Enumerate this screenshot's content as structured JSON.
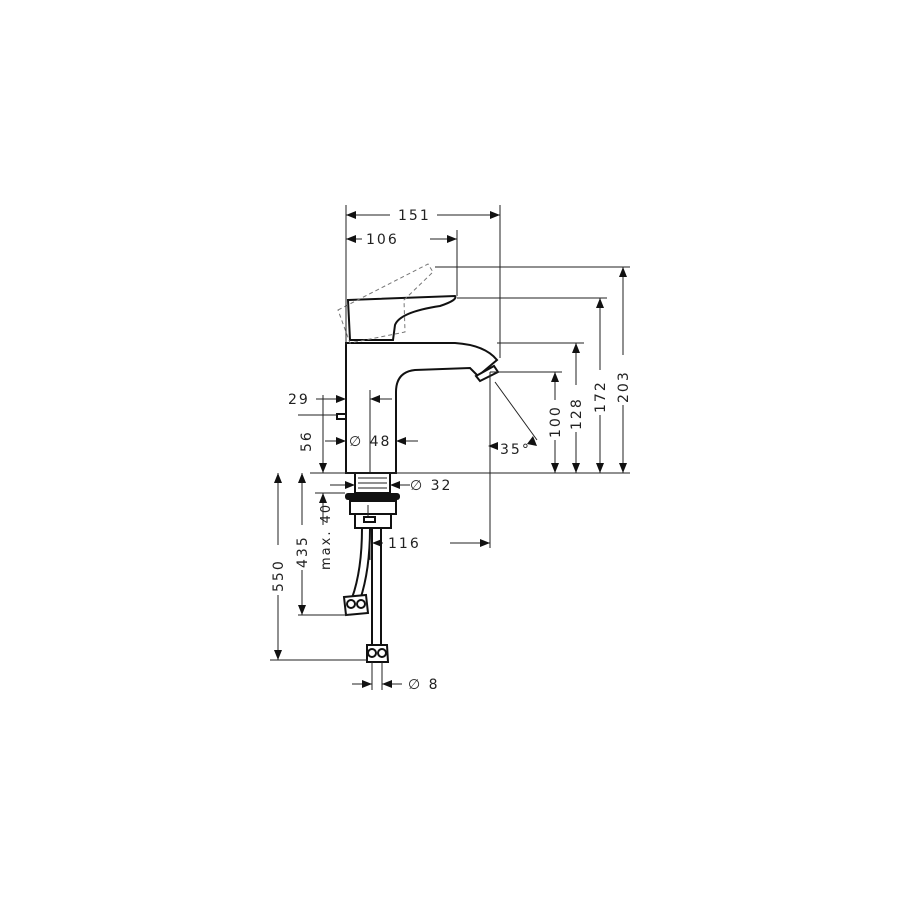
{
  "drawing": {
    "subject": "faucet-dimension-drawing",
    "dimensions": {
      "overall_depth": "151",
      "lever_depth": "106",
      "height_lever_raised": "203",
      "height_lever_top": "172",
      "height_spout_top": "128",
      "height_spout_outlet": "100",
      "spout_angle": "35°",
      "lever_offset": "29",
      "pin_height": "56",
      "body_diameter": "∅ 48",
      "shank_diameter": "∅ 32",
      "max_deck_thickness": "max. 40",
      "projection": "116",
      "hose_length_short": "435",
      "hose_length_long": "550",
      "hose_diameter": "∅ 8"
    }
  }
}
